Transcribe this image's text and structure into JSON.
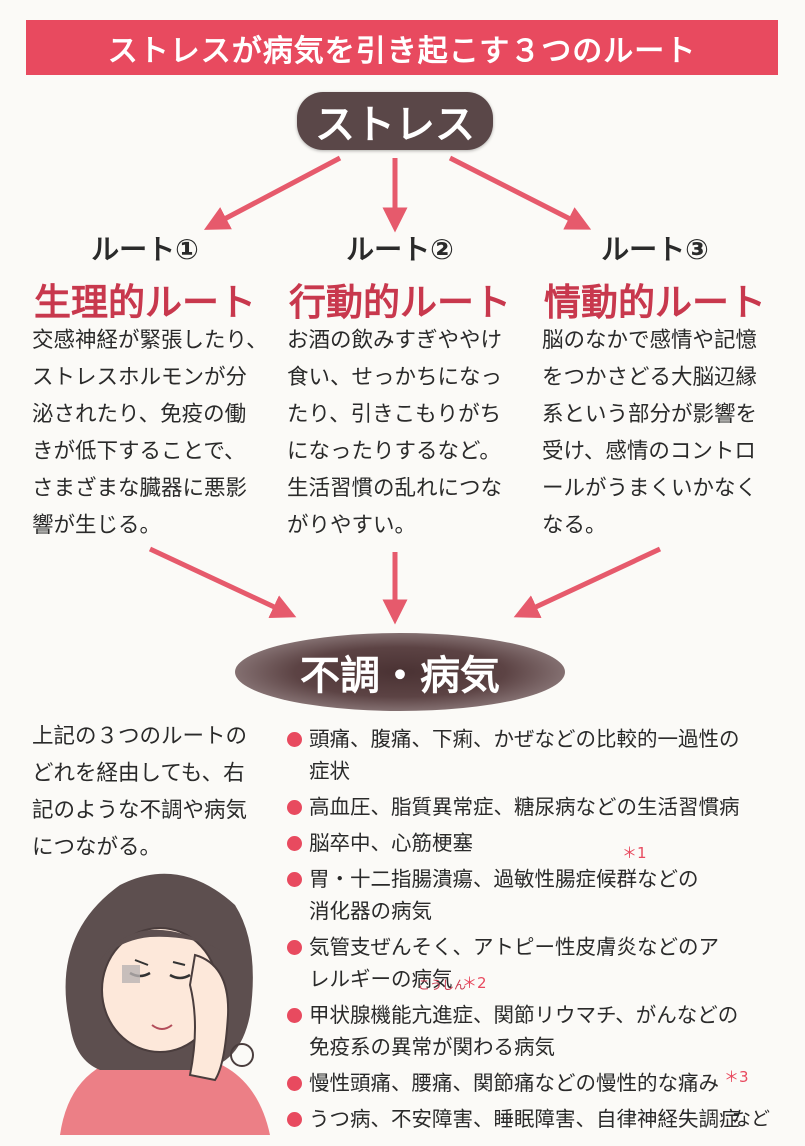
{
  "title": "ストレスが病気を引き起こす３つのルート",
  "source_label": "ストレス",
  "routes": [
    {
      "number": "ルート①",
      "name": "生理的ルート",
      "lines": [
        "交感神経が緊張したり、",
        "ストレスホルモンが分",
        "泌されたり、免疫の働",
        "きが低下することで、",
        "さまざまな臓器に悪影",
        "響が生じる。"
      ]
    },
    {
      "number": "ルート②",
      "name": "行動的ルート",
      "lines": [
        "お酒の飲みすぎややけ",
        "食い、せっかちになっ",
        "たり、引きこもりがち",
        "になったりするなど。",
        "生活習慣の乱れにつな",
        "がりやすい。"
      ]
    },
    {
      "number": "ルート③",
      "name": "情動的ルート",
      "lines": [
        "脳のなかで感情や記憶",
        "をつかさどる大脳辺縁",
        "系という部分が影響を",
        "受け、感情のコントロ",
        "ールがうまくいかなく",
        "なる。"
      ]
    }
  ],
  "result_label": "不調・病気",
  "lead_lines": [
    "上記の３つのルートの",
    "どれを経由しても、右",
    "記のような不調や病気",
    "につながる。"
  ],
  "diseases": [
    [
      "頭痛、腹痛、下痢、かぜなどの比較的一過性の",
      "症状"
    ],
    [
      "高血圧、脂質異常症、糖尿病などの生活習慣病"
    ],
    [
      "脳卒中、心筋梗塞"
    ],
    [
      "胃・十二指腸潰瘍、過敏性腸症候群などの",
      "消化器の病気"
    ],
    [
      "気管支ぜんそく、アトピー性皮膚炎などのア",
      "レルギーの病気"
    ],
    [
      "甲状腺機能亢進症、関節リウマチ、がんなどの",
      "免疫系の異常が関わる病気"
    ],
    [
      "慢性頭痛、腰痛、関節痛などの慢性的な痛み"
    ],
    [
      "うつ病、不安障害、睡眠障害、自律神経失調症"
    ]
  ],
  "footnotes": {
    "n1": "＊1",
    "n2": "＊2",
    "n3": "＊3"
  },
  "ruby_koushin": "こうしん",
  "closing": "など",
  "colors": {
    "accent": "#e84a5f",
    "route_name": "#c8384d",
    "pill": "#5a4748"
  }
}
